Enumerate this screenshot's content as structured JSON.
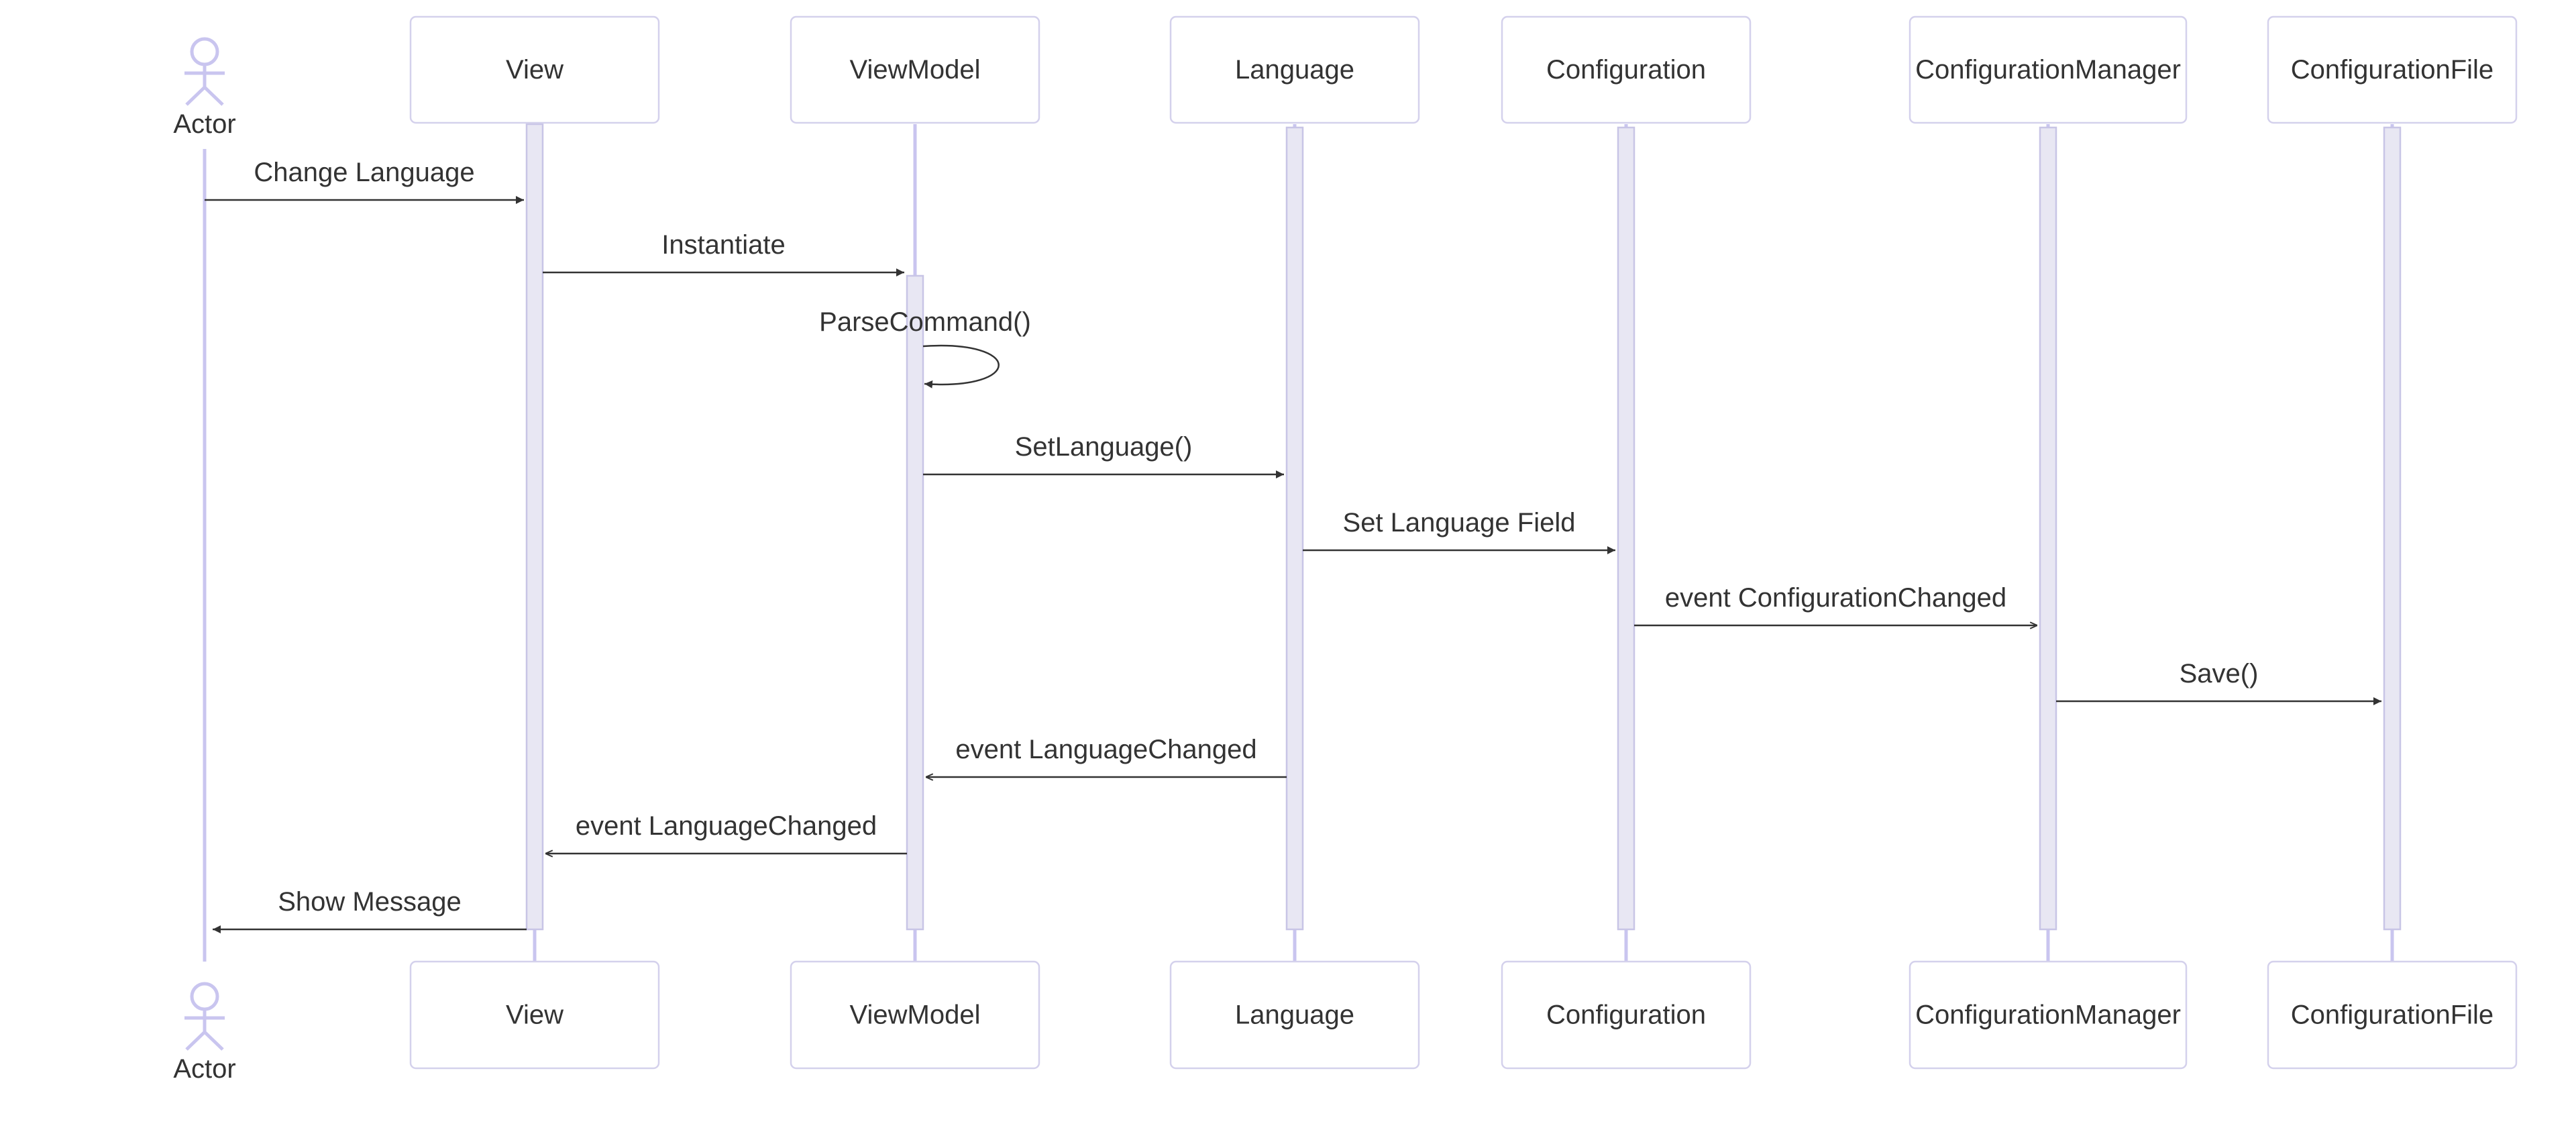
{
  "diagram": {
    "type": "sequence",
    "participants": [
      {
        "id": "actor",
        "name": "Actor",
        "kind": "actor"
      },
      {
        "id": "view",
        "name": "View",
        "kind": "participant"
      },
      {
        "id": "viewmodel",
        "name": "ViewModel",
        "kind": "participant"
      },
      {
        "id": "language",
        "name": "Language",
        "kind": "participant"
      },
      {
        "id": "configuration",
        "name": "Configuration",
        "kind": "participant"
      },
      {
        "id": "configurationmanager",
        "name": "ConfigurationManager",
        "kind": "participant"
      },
      {
        "id": "configurationfile",
        "name": "ConfigurationFile",
        "kind": "participant"
      }
    ],
    "messages": [
      {
        "from": "actor",
        "to": "view",
        "label": "Change Language",
        "arrow": "solid"
      },
      {
        "from": "view",
        "to": "viewmodel",
        "label": "Instantiate",
        "arrow": "solid"
      },
      {
        "from": "viewmodel",
        "to": "viewmodel",
        "label": "ParseCommand()",
        "arrow": "solid"
      },
      {
        "from": "viewmodel",
        "to": "language",
        "label": "SetLanguage()",
        "arrow": "solid"
      },
      {
        "from": "language",
        "to": "configuration",
        "label": "Set Language Field",
        "arrow": "solid"
      },
      {
        "from": "configuration",
        "to": "configurationmanager",
        "label": "event ConfigurationChanged",
        "arrow": "open"
      },
      {
        "from": "configurationmanager",
        "to": "configurationfile",
        "label": "Save()",
        "arrow": "solid"
      },
      {
        "from": "language",
        "to": "viewmodel",
        "label": "event LanguageChanged",
        "arrow": "open"
      },
      {
        "from": "viewmodel",
        "to": "view",
        "label": "event LanguageChanged",
        "arrow": "open"
      },
      {
        "from": "view",
        "to": "actor",
        "label": "Show Message",
        "arrow": "solid"
      }
    ],
    "colors": {
      "box_border": "#d4d1ec",
      "lifeline": "#c9c5ef",
      "activation_fill": "#e8e7f3",
      "text": "#333333",
      "arrow": "#333333"
    }
  }
}
